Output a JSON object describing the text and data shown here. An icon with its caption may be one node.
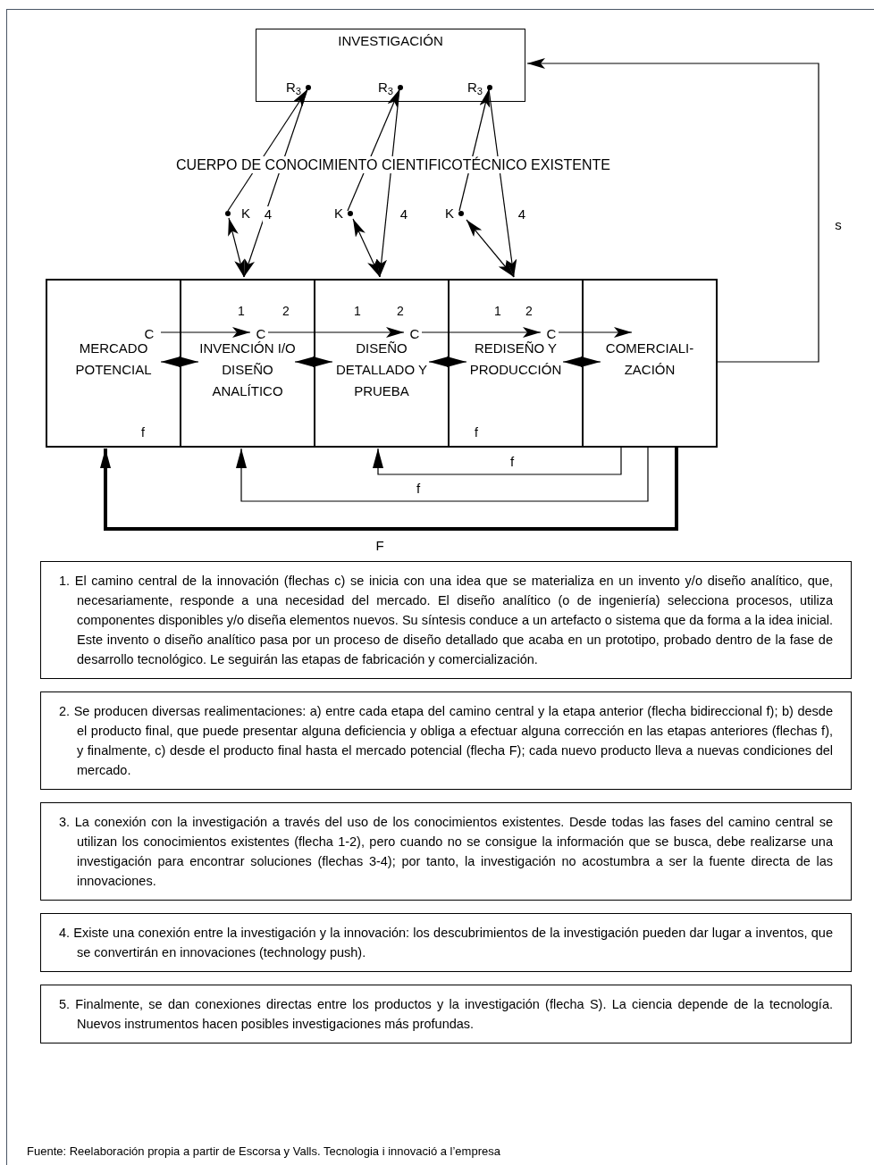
{
  "diagram": {
    "nodes": [
      {
        "text": [
          "INVESTIGACIÓN"
        ]
      },
      {
        "text": [
          "R$_{3}$"
        ],
        "in": 0
      },
      {
        "text": [
          "R$_{3}$"
        ],
        "in": 0
      },
      {
        "text": [
          "R$_{3}$"
        ],
        "in": 0
      },
      {
        "text": [
          "K"
        ]
      },
      {
        "text": [
          "K"
        ]
      },
      {
        "text": [
          "K"
        ]
      },
      {
        "text": [
          "MERCADO POTENCIAL"
        ]
      },
      {
        "text": [
          "INVENCIÓN I/O DISEÑO ANALÍTICO"
        ]
      },
      {
        "text": [
          "DISEÑO DETALLADO Y PRUEBA"
        ]
      },
      {
        "text": [
          "REDISEÑO Y PRODUCCIÓN"
        ]
      },
      {
        "text": [
          "COMERCIALI-ZACIÓN"
        ]
      },
      {
        "text": [
          "C"
        ],
        "in": 7
      },
      {
        "text": [
          "C"
        ],
        "in": 8
      },
      {
        "text": [
          "C"
        ],
        "in": 9
      },
      {
        "text": [
          "C"
        ],
        "in": 10
      },
      {
        "text": [
          "1. El camino central de la innovación (flechas c) se inicia con una idea que se materializa en un invento y/o diseño analítico, que, necesariamente, responde a una necesidad del mercado. El diseño analítico (o de ingeniería) selecciona procesos, utiliza componentes disponibles y/o diseña elementos nuevos. Su síntesis conduce a un artefacto o sistema que da forma a la idea inicial. Este invento o diseño analítico pasa por un proceso de diseño detallado que acaba en un prototipo, probado dentro de la fase de desarrollo tecnológico. Le seguirán las etapas de fabricación y comercialización."
        ]
      },
      {
        "text": [
          "2. Se producen diversas realimentaciones: a) entre cada etapa del camino central y la etapa anterior (flecha bidireccional f); b) desde el producto final, que puede presentar alguna deficiencia y obliga a efectuar alguna corrección en las etapas anteriores (flechas f), y finalmente, c) desde el producto final hasta el mercado potencial (flecha F); cada nuevo producto lleva a nuevas condiciones del mercado."
        ]
      },
      {
        "text": [
          "3. La conexión con la investigación a través del uso de los conocimientos existentes. Desde todas las fases del camino central se utilizan los conocimientos existentes (flecha 1-2), pero cuando no se consigue la información que se busca, debe realizarse una investigación para encontrar soluciones (flechas 3-4); por tanto, la investigación no acostumbra a ser la fuente directa de las innovaciones."
        ]
      },
      {
        "text": [
          "4. Existe una conexión entre la investigación y la innovación: los descubrimientos de la investigación pueden dar lugar a inventos, que se convertirán en innovaciones (technology push)."
        ]
      },
      {
        "text": [
          "5. Finalmente, se dan conexiones directas entre los productos y la investigación (flecha S). La ciencia depende de la tecnología. Nuevos instrumentos hacen posibles investigaciones más profundas."
        ]
      }
    ],
    "edges": [
      {
        "from": 4,
        "to": 1,
        "arrow": "to"
      },
      {
        "from": 1,
        "to": 8,
        "arrow": "to",
        "label": "4"
      },
      {
        "from": 4,
        "to": 8,
        "arrow": "both"
      },
      {
        "from": 5,
        "to": 2,
        "arrow": "to"
      },
      {
        "from": 2,
        "to": 9,
        "arrow": "to",
        "label": "4"
      },
      {
        "from": 5,
        "to": 9,
        "arrow": "both"
      },
      {
        "from": 6,
        "to": 3,
        "arrow": "to"
      },
      {
        "from": 3,
        "to": 10,
        "arrow": "to",
        "label": "4"
      },
      {
        "from": 6,
        "to": 10,
        "arrow": "both"
      },
      {
        "from": 12,
        "to": 13,
        "arrow": "to"
      },
      {
        "from": 13,
        "to": 14,
        "arrow": "to"
      },
      {
        "from": 14,
        "to": 15,
        "arrow": "to"
      },
      {
        "from": 15,
        "to": 11,
        "arrow": "to"
      },
      {
        "from": 7,
        "to": 8,
        "arrow": "both"
      },
      {
        "from": 8,
        "to": 9,
        "arrow": "both"
      },
      {
        "from": 9,
        "to": 10,
        "arrow": "both"
      },
      {
        "from": 10,
        "to": 11,
        "arrow": "both"
      },
      {
        "from": 11,
        "to": 9,
        "arrow": "to",
        "label": "f"
      },
      {
        "from": 11,
        "to": 8,
        "arrow": "to",
        "label": "f"
      },
      {
        "from": 11,
        "to": 7,
        "arrow": "to",
        "label": "F",
        "style": "thick"
      },
      {
        "from": 11,
        "to": 0,
        "arrow": "to",
        "label": "s"
      }
    ],
    "labels": [
      "CUERPO DE CONOCIMIENTO CIENTIFICOTÉCNICO EXISTENTE",
      "1",
      "2",
      "1",
      "2",
      "1",
      "2",
      "f",
      "f",
      "Fuente: Reelaboración propia a partir de Escorsa y Valls. Tecnologia i innovació a l’empresa"
    ]
  }
}
